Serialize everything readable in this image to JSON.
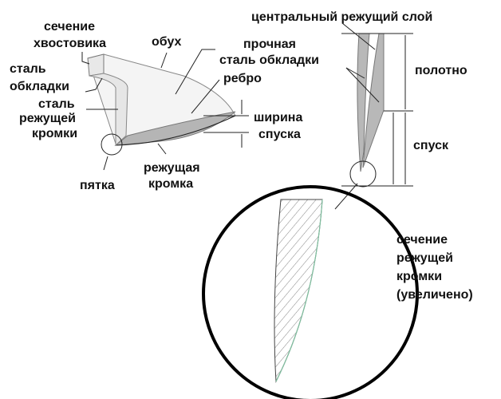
{
  "labels": {
    "tang_section": [
      "сечение",
      "хвостовика"
    ],
    "cladding_steel_left": [
      "сталь",
      "обкладки"
    ],
    "edge_steel": [
      "сталь",
      "режущей",
      "кромки"
    ],
    "spine": "обух",
    "strong_cladding": [
      "прочная",
      "сталь обкладки"
    ],
    "shoulder": "ребро",
    "bevel_width": [
      "ширина",
      "спуска"
    ],
    "heel": "пятка",
    "cutting_edge": [
      "режущая",
      "кромка"
    ],
    "central_core": "центральный режущий слой",
    "blade_body": "полотно",
    "bevel": "спуск",
    "edge_section_zoom": [
      "сечение",
      "режущей",
      "кромки",
      "(увеличено)"
    ]
  },
  "colors": {
    "cladding_fill": "#b8b8b8",
    "line": "#222222",
    "edge_highlight": "#7fbf9f"
  }
}
